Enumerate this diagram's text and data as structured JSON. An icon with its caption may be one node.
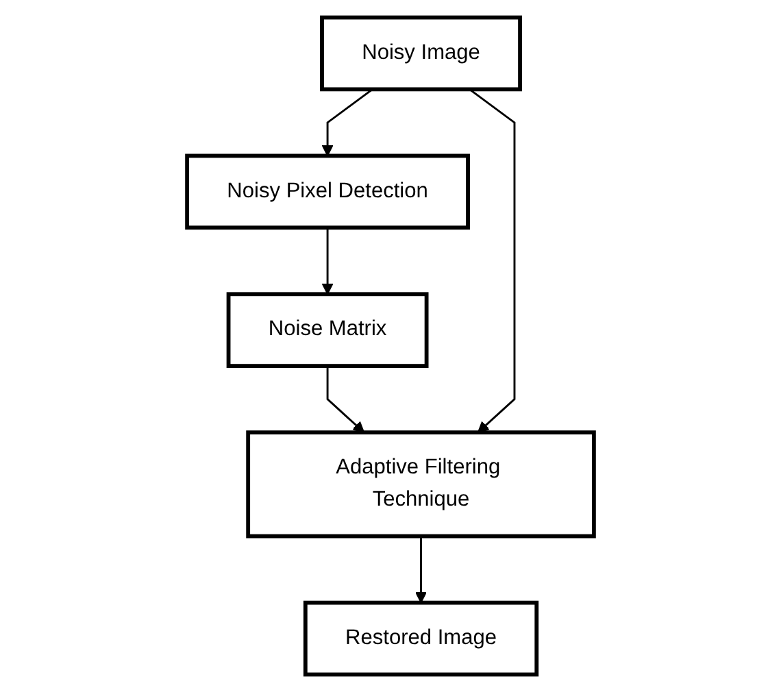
{
  "diagram": {
    "nodes": [
      {
        "text": [
          "Noisy Image"
        ]
      },
      {
        "text": [
          "Noisy Pixel Detection"
        ]
      },
      {
        "text": [
          "Noise Matrix"
        ]
      },
      {
        "text": [
          "Adaptive Filtering Technique"
        ]
      },
      {
        "text": [
          "Restored Image"
        ]
      }
    ],
    "edges": [
      {
        "from": 0,
        "to": 1,
        "arrow": "to"
      },
      {
        "from": 1,
        "to": 2,
        "arrow": "to"
      },
      {
        "from": 2,
        "to": 3,
        "arrow": "to"
      },
      {
        "from": 0,
        "to": 3,
        "arrow": "to"
      },
      {
        "from": 3,
        "to": 4,
        "arrow": "to"
      }
    ]
  }
}
